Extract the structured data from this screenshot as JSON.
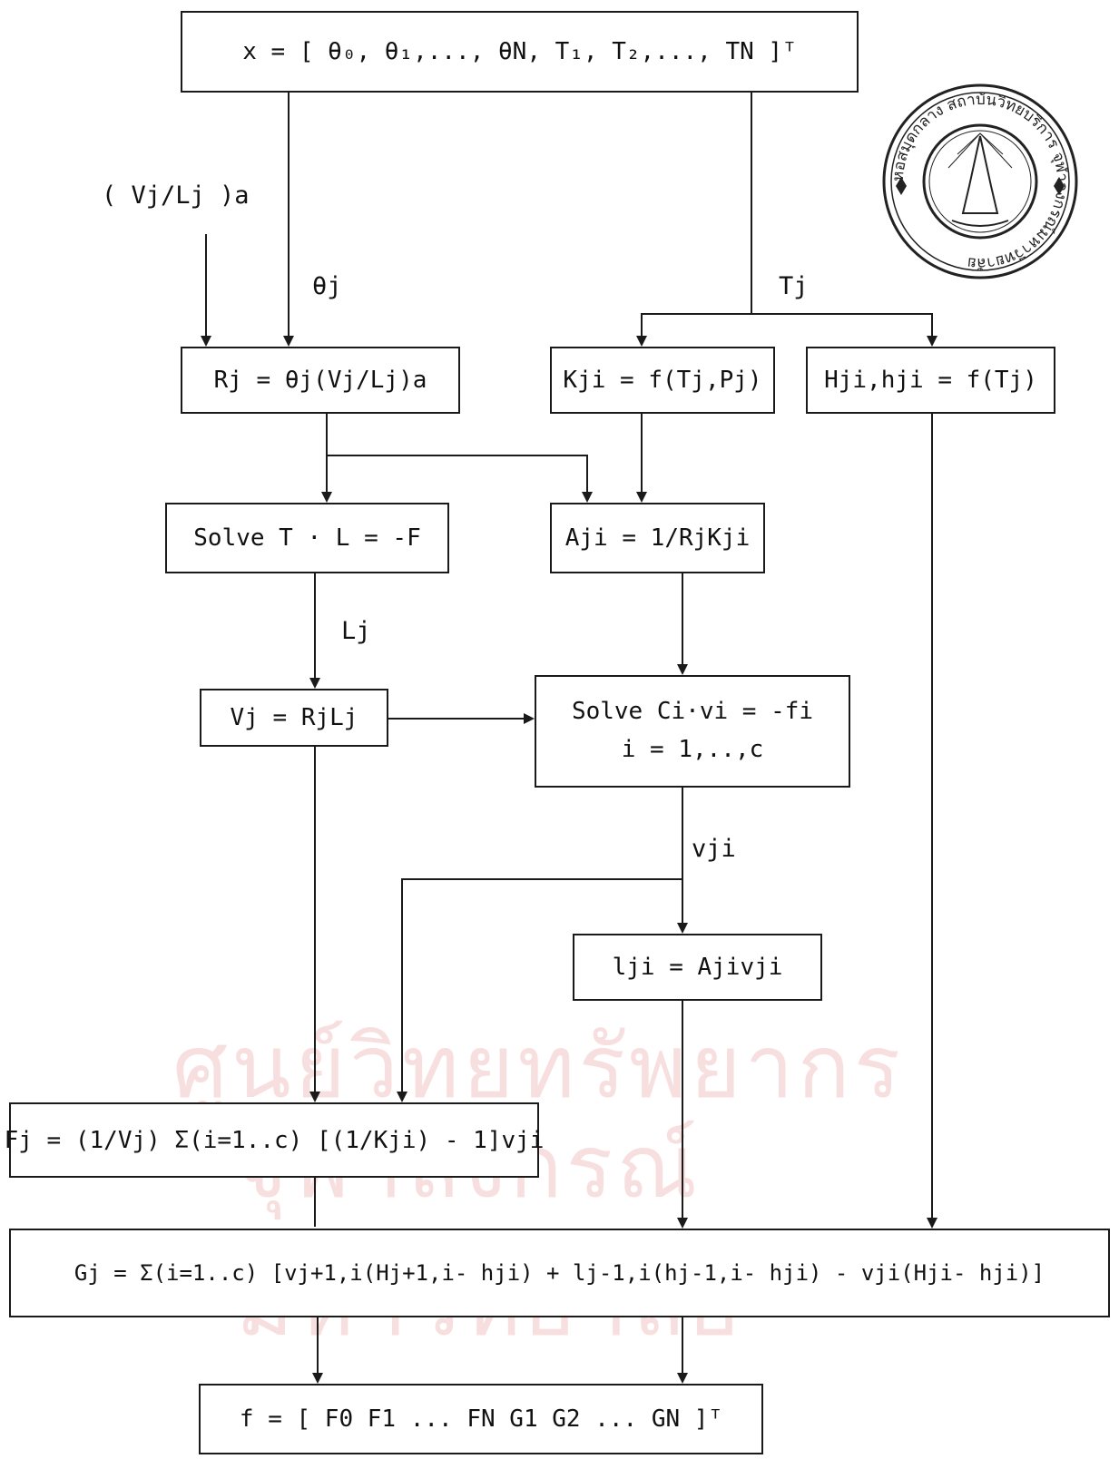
{
  "boxes": {
    "vector_x": "x = [ θ₀, θ₁,..., θN, T₁, T₂,..., TN ]ᵀ",
    "r_eq": "Rj = θj(Vj/Lj)a",
    "k_eq": "Kji = f(Tj,Pj)",
    "h_eq": "Hji,hji = f(Tj)",
    "solve_tl": "Solve T · L = -F",
    "a_eq": "Aji = 1/RjKji",
    "v_eq": "Vj = RjLj",
    "solve_cv": "Solve Ci·vi = -fi",
    "solve_cv_range": "i = 1,..,c",
    "l_eq": "lji = Ajivji",
    "f_eq": "Fj = (1/Vj) Σ(i=1..c) [(1/Kji) - 1]vji",
    "g_eq": "Gj = Σ(i=1..c) [vj+1,i(Hj+1,i- hji) + lj-1,i(hj-1,i- hji) - vji(Hji- hji)]",
    "vector_f": "f = [ F0 F1 ... FN G1 G2 ... GN ]ᵀ"
  },
  "labels": {
    "input_ratio": "( Vj/Lj )a",
    "theta_j": "θj",
    "t_j": "Tj",
    "l_j": "Lj",
    "v_ji": "vji"
  },
  "watermark": {
    "line1": "ศูนย์วิทยทรัพยากร",
    "line2": "จุฬาลงกรณ์มหาวิทยาลัย"
  },
  "seal": {
    "text": "หอสมุดกลาง สถาบันวิทยบริการ จุฬาลงกรณ์มหาวิทยาลัย"
  }
}
